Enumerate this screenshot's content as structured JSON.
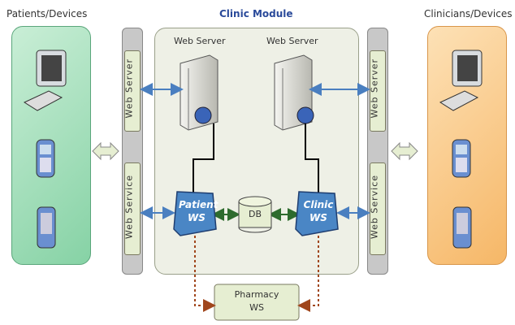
{
  "labels": {
    "left_group": "Patients/Devices",
    "right_group": "Clinicians/Devices",
    "module_title": "Clinic Module",
    "web_server_left": "Web Server",
    "web_server_right": "Web Server",
    "strip_web_server": "Web Server",
    "strip_web_service": "Web Service",
    "patient_ws_line1": "Patient",
    "patient_ws_line2": "WS",
    "clinic_ws_line1": "Clinic",
    "clinic_ws_line2": "WS",
    "db": "DB",
    "pharmacy_line1": "Pharmacy",
    "pharmacy_line2": "WS"
  },
  "icons": [
    "desktop-computer-icon",
    "cell-phone-icon",
    "pda-icon",
    "server-icon",
    "globe-icon"
  ],
  "colors": {
    "left_panel": "#9fdcb7",
    "right_panel": "#f8c88c",
    "module_bg": "#eef0e8",
    "ws_box": "#4a86c5",
    "arrow_blue": "#4a7fc0",
    "arrow_green": "#2e6b2e",
    "arrow_brown": "#a0461c",
    "strip_box": "#e6eed2"
  }
}
